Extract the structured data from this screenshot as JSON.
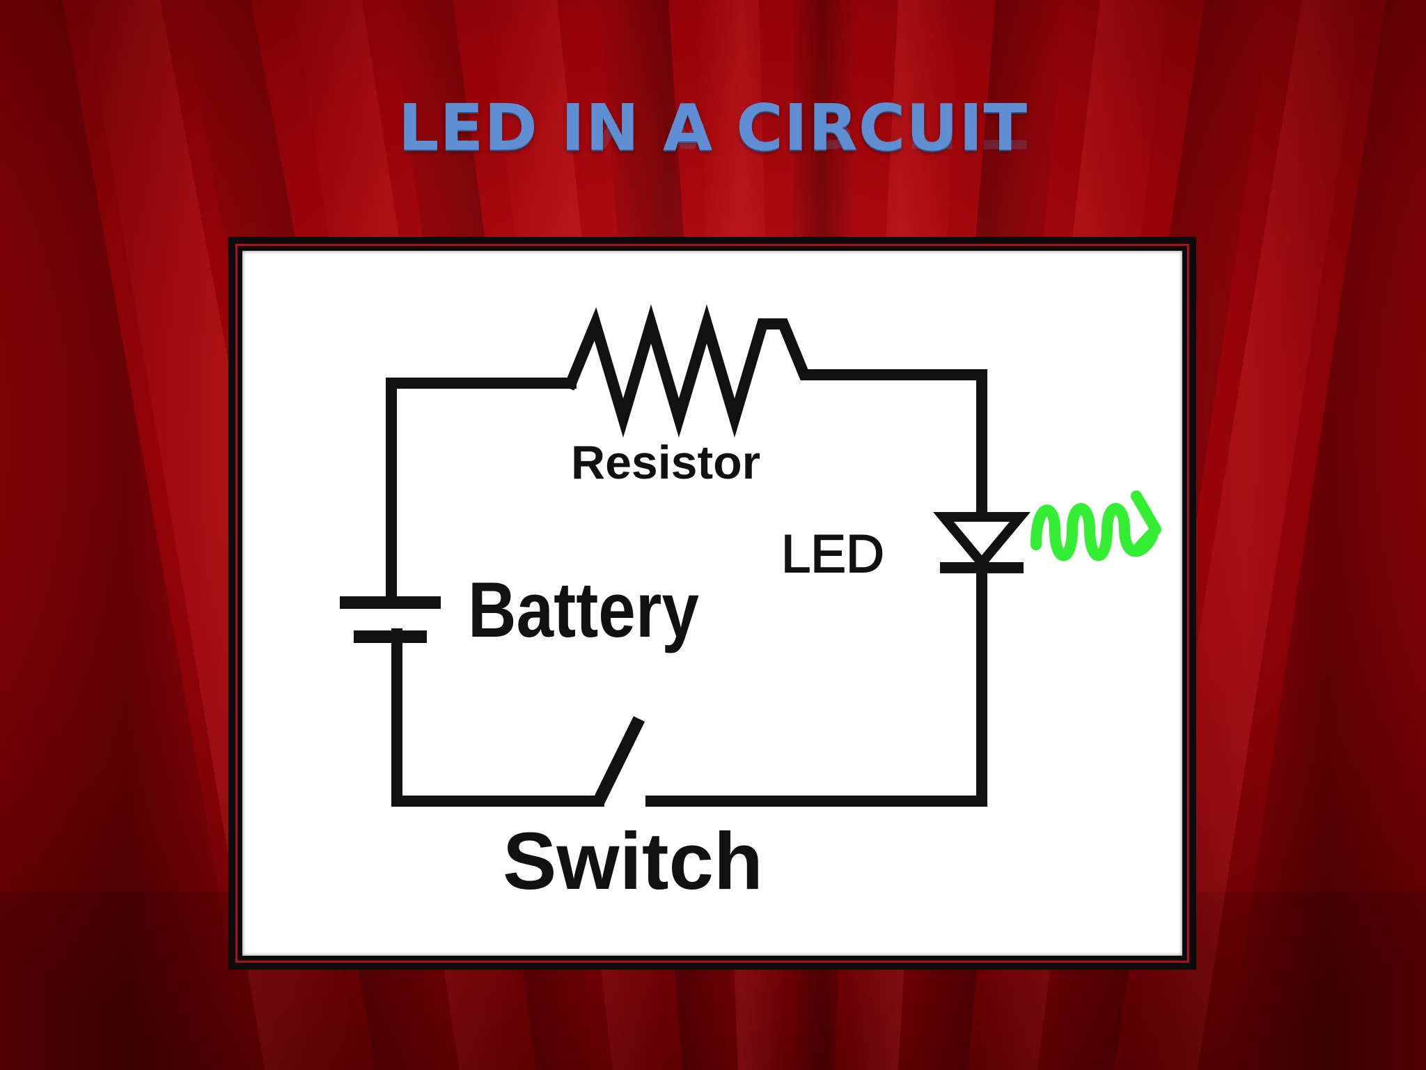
{
  "slide": {
    "title": "LED IN A CIRCUIT"
  },
  "diagram": {
    "labels": {
      "resistor": "Resistor",
      "battery": "Battery",
      "led": "LED",
      "switch": "Switch"
    },
    "colors": {
      "background": "#8a0208",
      "title": "#5f8ed2",
      "wire": "#111111",
      "light_emission": "#33ee33",
      "panel": "#ffffff"
    }
  }
}
